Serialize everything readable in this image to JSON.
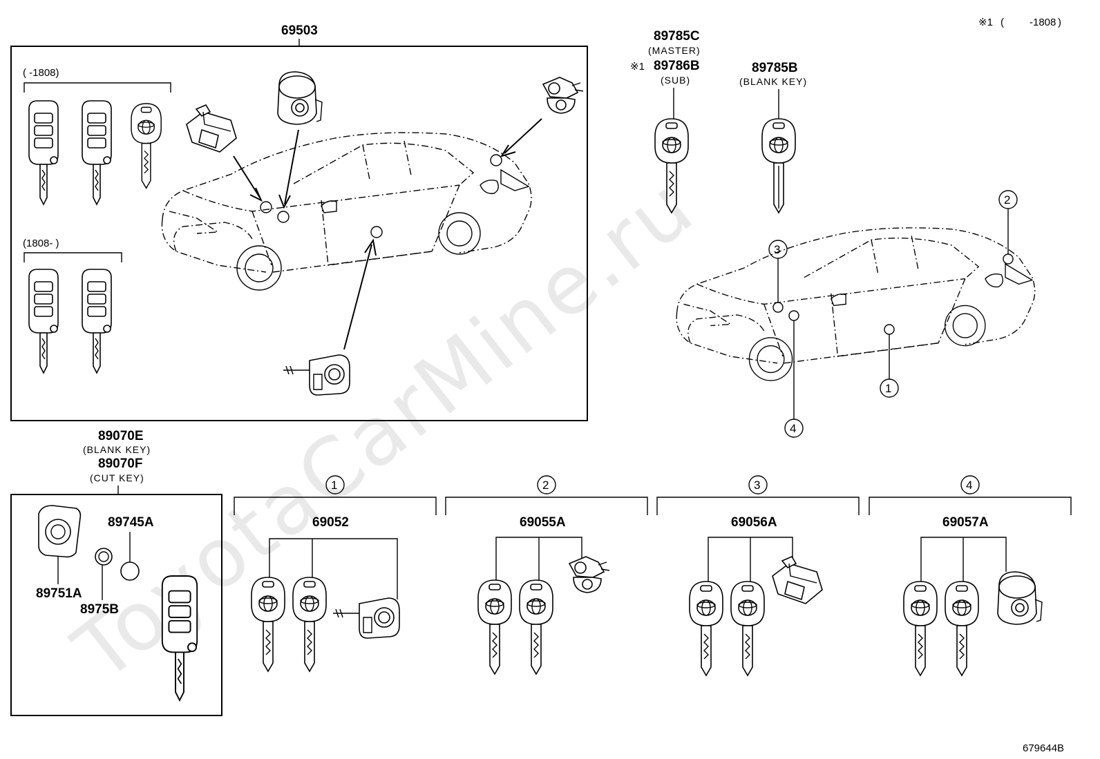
{
  "watermark": "ToyotaCarMine.ru",
  "diagram_id": "679644B",
  "footnote": {
    "symbol": "※1",
    "paren_open": "(",
    "range": "-1808",
    "paren_close": ")"
  },
  "assembly_box": {
    "part_number": "69503",
    "group_early": "(      -1808)",
    "group_late": "(1808-        )"
  },
  "master_key": {
    "part_number": "89785C",
    "desc": "(MASTER)",
    "alt_prefix": "※1",
    "alt_part_number": "89786B",
    "alt_desc": "(SUB)"
  },
  "blank_key": {
    "part_number": "89785B",
    "desc": "(BLANK KEY)"
  },
  "smart_key_box": {
    "part_number_1": "89070E",
    "desc_1": "(BLANK KEY)",
    "part_number_2": "89070F",
    "desc_2": "(CUT KEY)",
    "parts": [
      "89745A",
      "89751A",
      "8975B"
    ]
  },
  "callouts": [
    "1",
    "2",
    "3",
    "4"
  ],
  "sets": [
    {
      "circle": "1",
      "part_number": "69052"
    },
    {
      "circle": "2",
      "part_number": "69055A"
    },
    {
      "circle": "3",
      "part_number": "69056A"
    },
    {
      "circle": "4",
      "part_number": "69057A"
    }
  ]
}
